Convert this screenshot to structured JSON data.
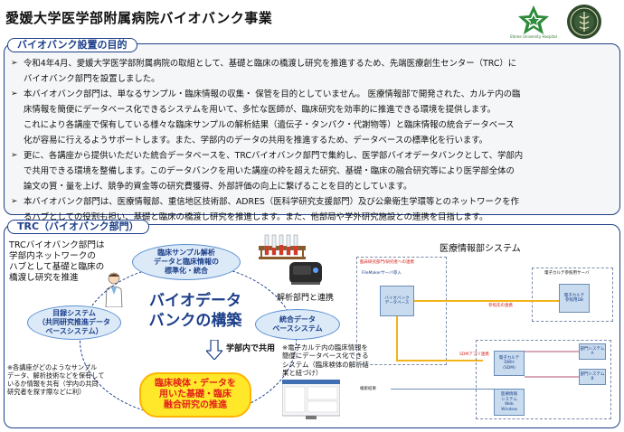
{
  "header": {
    "title": "愛媛大学医学部附属病院バイオバンク事業",
    "logo_caption": "Ehime University Hospital"
  },
  "section_purpose": {
    "heading": "バイオバンク設置の目的",
    "bullets": [
      [
        "令和4年4月、愛媛大学医学部附属病院の取組として、基礎と臨床の橋渡し研究を推進するため、先端医療創生センター（TRC）に",
        "バイオバンク部門を設置しました。"
      ],
      [
        "本バイオバンク部門は、単なるサンプル・臨床情報の収集・ 保管を目的としていません。 医療情報部で開発された、カルテ内の臨",
        "床情報を簡便にデータベース化できるシステムを用いて、多忙な医師が、臨床研究を効率的に推進できる環境を提供します。",
        "これにより各講座で保有している様々な臨床サンプルの解析結果（遺伝子・タンパク・代謝物等）と臨床情報の統合データベース",
        "化が容易に行えるようサポートします。また、学部内のデータの共用を推進するため、データベースの標準化を行います。"
      ],
      [
        "更に、各講座から提供いただいた統合データベースを、TRCバイオバンク部門で集約し、医学部バイオデータバンクとして、学部内",
        "で共用できる環境を整備します。このデータバンクを用いた講座の枠を超えた研究、基礎・臨床の融合研究等により医学部全体の",
        "論文の質・量を上げ、競争的資金等の研究費獲得、外部評価の向上に繋げることを目的としています。"
      ],
      [
        "本バイオバンク部門は、医療情報部、重信地区技術部、ADRES（医科学研究支援部門）及び公衆衛生学環等とのネットワークを作",
        "るハブとしての役割も担い、基礎と臨床の橋渡し研究を推進します。また、他部局や学外研究施設との連携を目指します。"
      ]
    ],
    "bullet_marker": "➢"
  },
  "section_trc": {
    "heading": "TRC（バイオバンク部門）",
    "description": [
      "TRCバイオバンク部門は",
      "学部内ネットワークの",
      "ハブとして基礎と臨床の",
      "橋渡し研究を推進"
    ],
    "bubble_top": [
      "臨床サンプル解析",
      "データと臨床情報の",
      "標準化・統合"
    ],
    "bubble_left": [
      "目録システム",
      "（共同研究推進データ",
      "ベースシステム）"
    ],
    "bubble_right": [
      "統合データ",
      "ベースシステム"
    ],
    "center_title": [
      "バイオデータ",
      "バンクの構築"
    ],
    "share_label": "学部内で共用",
    "result_box": [
      "臨床検体・データを",
      "用いた基礎・臨床",
      "融合研究の推進"
    ],
    "note_left": [
      "※各講座がどのようなサンプル",
      "データ、解析技術などを保有して",
      "いるか情報を共有（学内の共同",
      "研究者を探す際などに利）"
    ],
    "analysis_label": "解析部門と連携",
    "note_right": [
      "※電子カルテ内の臨床情報を",
      "簡便にデータベース化できる",
      "システム（臨床検体の解析結",
      "果と紐づけ）"
    ],
    "med_system_title": "医療情報部システム"
  },
  "system_diagram": {
    "top_left_label": "臨床研究部門/研究者への連携",
    "filemaker_label": "FileMakerサーバ導入",
    "biobank_db": [
      "バイオバンク",
      "データベース"
    ],
    "right_label": "電子カルテ参照用サーバ",
    "right_db": [
      "電子カルテ",
      "参照用DB"
    ],
    "link_label": "参照先の連携",
    "sdm_label": "SDMアプリ連携",
    "sdm_box": [
      "電子カルテ",
      "DWH",
      "(SDM)"
    ],
    "dept_a": [
      "部門システム",
      "A"
    ],
    "dept_b": [
      "部門システム",
      "B"
    ],
    "window_box": [
      "医療情報",
      "システム",
      "Web",
      "Window"
    ],
    "search_label": "検索結果"
  },
  "colors": {
    "accent": "#1c3f8a",
    "highlight": "#ffe82a",
    "alert": "#e2201a",
    "bubble": "#dceaf8"
  }
}
